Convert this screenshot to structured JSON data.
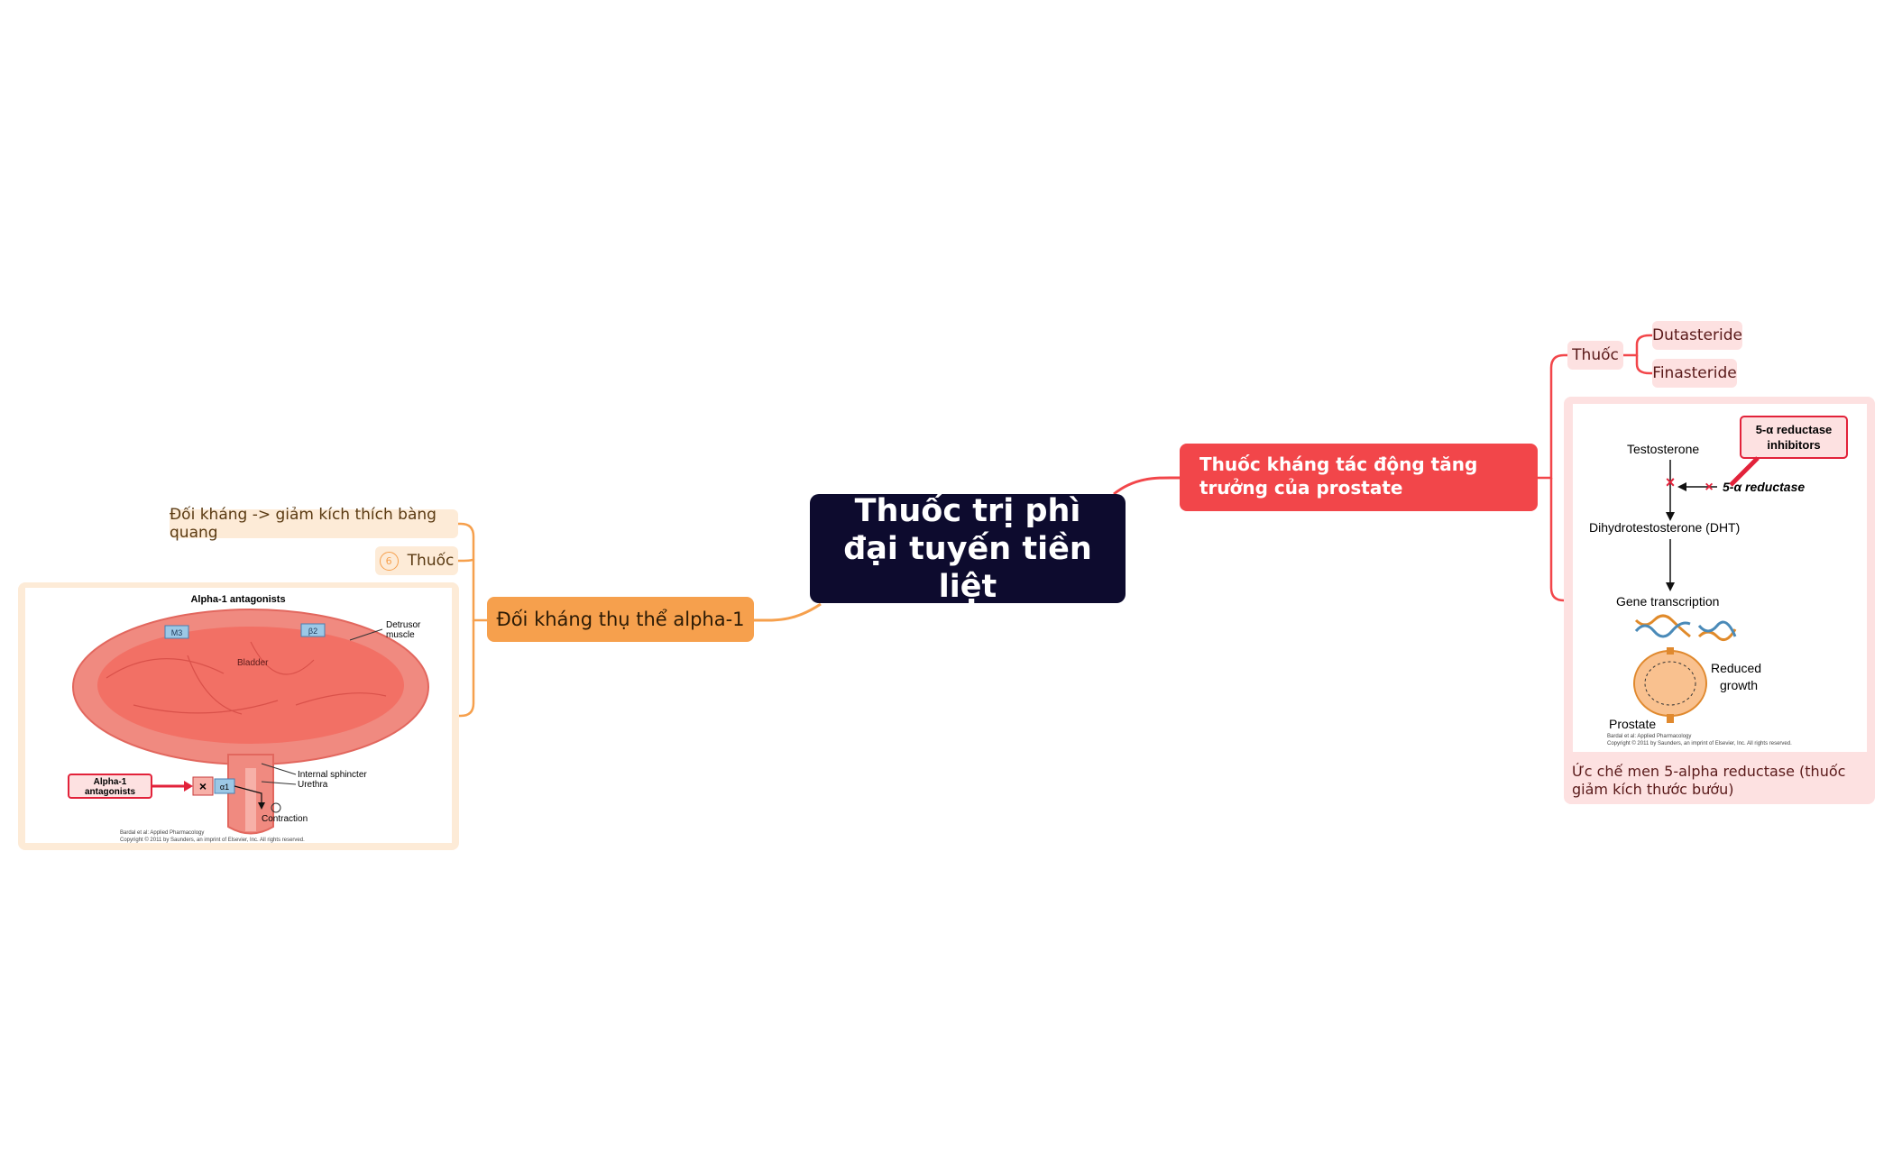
{
  "root": {
    "title": "Thuốc trị phì đại tuyến tiền liệt"
  },
  "left_branch": {
    "title": "Đối kháng thụ thể alpha-1",
    "color": "#f6a04d",
    "leaves": [
      {
        "label": "Đối kháng -> giảm kích thích bàng quang"
      },
      {
        "label": "Thuốc",
        "badge": "6"
      }
    ],
    "figure": {
      "title": "Alpha-1 antagonists",
      "labels": {
        "m3": "M3",
        "b2": "β2",
        "detrusor1": "Detrusor",
        "detrusor2": "muscle",
        "bladder": "Bladder",
        "antagonist1": "Alpha-1",
        "antagonist2": "antagonists",
        "a1": "α1",
        "sphincter": "Internal sphincter",
        "urethra": "Urethra",
        "contraction": "Contraction",
        "plus": "+",
        "credit1": "Bardal et al: Applied Pharmacology",
        "credit2": "Copyright © 2011 by Saunders, an imprint of Elsevier, Inc. All rights reserved."
      }
    }
  },
  "right_branch": {
    "title": "Thuốc kháng tác động tăng trưởng của prostate",
    "color": "#f2464a",
    "drug_group": {
      "label": "Thuốc",
      "items": [
        {
          "label": "Dutasteride"
        },
        {
          "label": "Finasteride"
        }
      ]
    },
    "figure": {
      "caption": "Ức chế men 5-alpha reductase (thuốc giảm kích thước bướu)",
      "labels": {
        "inhib1": "5-α reductase",
        "inhib2": "inhibitors",
        "enzyme": "5-α reductase",
        "testosterone": "Testosterone",
        "dht": "Dihydrotestosterone (DHT)",
        "gene": "Gene transcription",
        "reduced1": "Reduced",
        "reduced2": "growth",
        "prostate": "Prostate",
        "credit1": "Bardal et al: Applied Pharmacology",
        "credit2": "Copyright © 2011 by Saunders, an imprint of Elsevier, Inc. All rights reserved."
      }
    }
  }
}
